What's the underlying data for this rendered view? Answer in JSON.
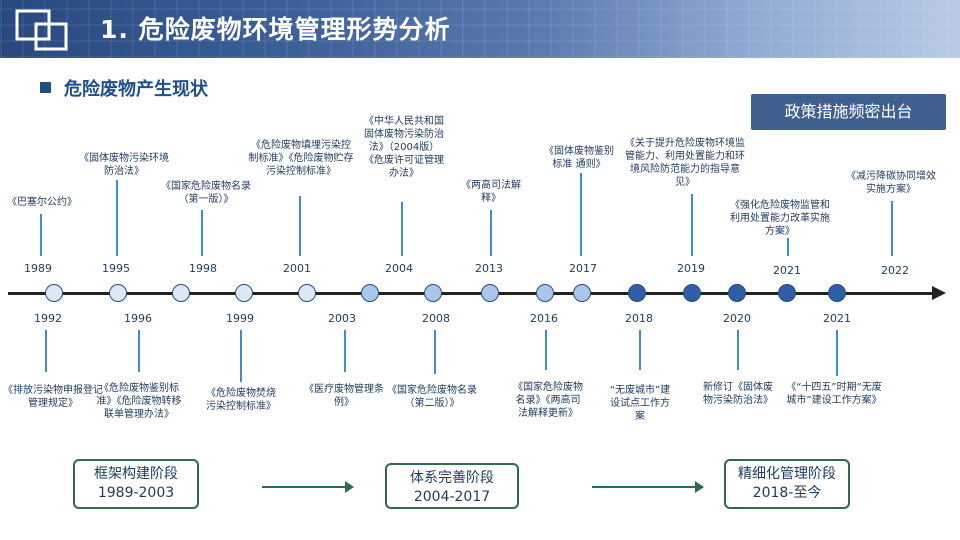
{
  "slide": {
    "title": "1. 危险废物环境管理形势分析",
    "subtitle": "危险废物产生现状",
    "policy_label": "政策措施频密出台"
  },
  "colors": {
    "header": "#27497f",
    "dot_early": "#dbe8f6",
    "dot_mid": "#a8c7ea",
    "dot_recent": "#2f5fa8",
    "stage_border": "#2f6a4f"
  },
  "timeline_top": [
    {
      "year": "1989",
      "note": "《巴塞尔公约》"
    },
    {
      "year": "1995",
      "note": "《固体废物污染环境防治法》"
    },
    {
      "year": "1998",
      "note": "《国家危险废物名录（第一版）》"
    },
    {
      "year": "2001",
      "note": "《危险废物填埋污染控制标准》《危险废物贮存污染控制标准》"
    },
    {
      "year": "2004",
      "note": "《中华人民共和国固体废物污染防治法》（2004版）《危废许可证管理办法》"
    },
    {
      "year": "2013",
      "note": "《两高司法解释》"
    },
    {
      "year": "2017",
      "note": "《固体废物鉴别标准 通则》"
    },
    {
      "year": "2019",
      "note": "《关于提升危险废物环境监管能力、利用处置能力和环境风险防范能力的指导意见》"
    },
    {
      "year": "2021",
      "note": "《强化危险废物监管和利用处置能力改革实施方案》"
    },
    {
      "year": "2022",
      "note": "《减污降碳协同增效实施方案》"
    }
  ],
  "timeline_bottom": [
    {
      "year": "1992",
      "note": "《排放污染物申报登记管理规定》"
    },
    {
      "year": "1996",
      "note": "《危险废物鉴别标准》《危险废物转移联单管理办法》"
    },
    {
      "year": "1999",
      "note": "《危险废物焚烧污染控制标准》"
    },
    {
      "year": "2003",
      "note": "《医疗废物管理条例》"
    },
    {
      "year": "2008",
      "note": "《国家危险废物名录（第二版）》"
    },
    {
      "year": "2016",
      "note": "《国家危险废物名录》《两高司法解释更新》"
    },
    {
      "year": "2018",
      "note": "“无废城市”建设试点工作方案"
    },
    {
      "year": "2020",
      "note": "新修订《固体废物污染防治法》"
    },
    {
      "year": "2021",
      "note": "《“十四五”时期“无废城市”建设工作方案》"
    }
  ],
  "stages": [
    {
      "name": "框架构建阶段",
      "period": "1989-2003"
    },
    {
      "name": "体系完善阶段",
      "period": "2004-2017"
    },
    {
      "name": "精细化管理阶段",
      "period": "2018-至今"
    }
  ]
}
